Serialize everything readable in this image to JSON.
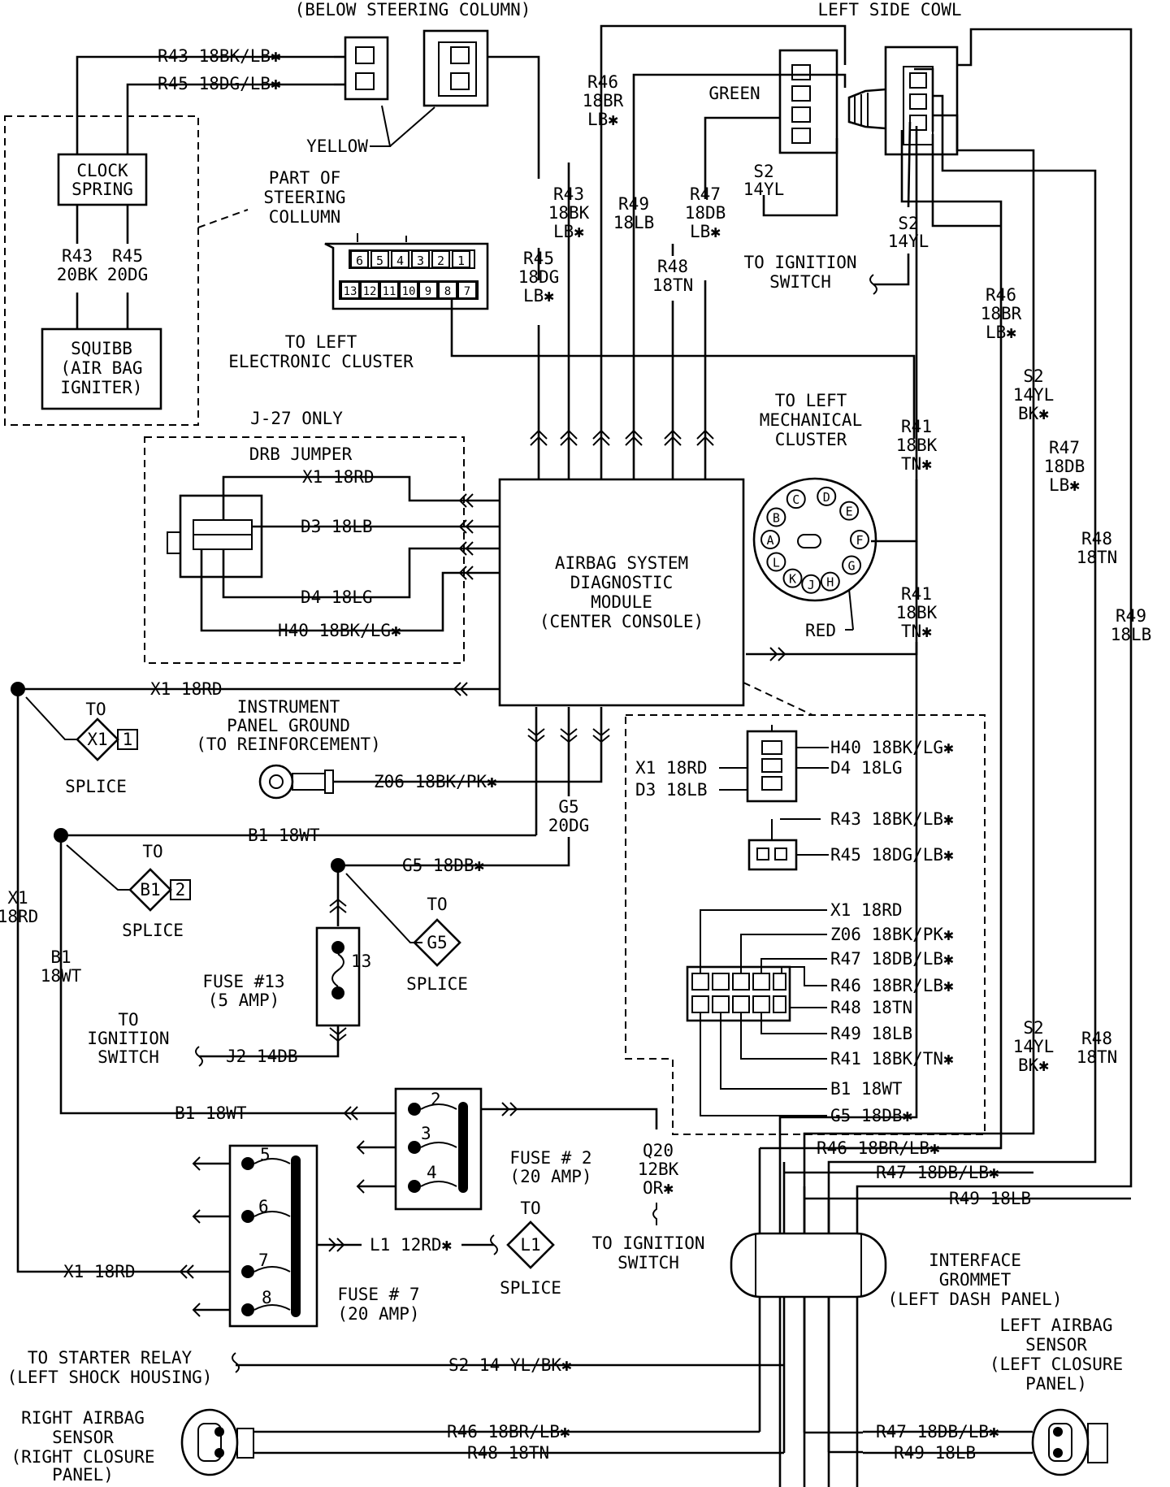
{
  "headers": {
    "below_steering_column": "(BELOW STEERING COLUMN)",
    "left_side_cowl": "LEFT SIDE COWL"
  },
  "connectors": {
    "yellow": "YELLOW",
    "green": "GREEN",
    "part_of_steering_column": [
      "PART OF",
      "STEERING",
      "COLLUMN"
    ],
    "to_left_electronic_cluster": [
      "TO LEFT",
      "ELECTRONIC CLUSTER"
    ],
    "to_left_mechanical_cluster": [
      "TO LEFT",
      "MECHANICAL",
      "CLUSTER"
    ],
    "red": "RED",
    "cluster_pins_top": [
      "6",
      "5",
      "4",
      "3",
      "2",
      "1"
    ],
    "cluster_pins_bottom": [
      "13",
      "12",
      "11",
      "10",
      "9",
      "8",
      "7"
    ],
    "mech_pins": [
      "A",
      "B",
      "C",
      "D",
      "E",
      "F",
      "G",
      "H",
      "J",
      "K",
      "L"
    ]
  },
  "components": {
    "clock_spring": [
      "CLOCK",
      "SPRING"
    ],
    "squibb": [
      "SQUIBB",
      "(AIR BAG",
      "IGNITER)"
    ],
    "j27_only": "J-27 ONLY",
    "drb_jumper": "DRB JUMPER",
    "module": [
      "AIRBAG SYSTEM",
      "DIAGNOSTIC",
      "MODULE",
      "(CENTER CONSOLE)"
    ],
    "instrument_ground": [
      "INSTRUMENT",
      "PANEL GROUND",
      "(TO REINFORCEMENT)"
    ],
    "fuse13": [
      "FUSE #13",
      "(5 AMP)"
    ],
    "fuse13_pin": "13",
    "fuse2": [
      "FUSE # 2",
      "(20 AMP)"
    ],
    "fuse2_pins": [
      "2",
      "3",
      "4"
    ],
    "fuse7": [
      "FUSE # 7",
      "(20 AMP)"
    ],
    "fuse7_pins": [
      "5",
      "6",
      "7",
      "8"
    ],
    "interface_grommet": [
      "INTERFACE",
      "GROMMET",
      "(LEFT DASH PANEL)"
    ],
    "left_airbag_sensor": [
      "LEFT AIRBAG",
      "SENSOR",
      "(LEFT CLOSURE",
      "PANEL)"
    ],
    "right_airbag_sensor": [
      "RIGHT AIRBAG",
      "SENSOR",
      "(RIGHT CLOSURE",
      "PANEL)"
    ],
    "to_ignition_switch": [
      "TO IGNITION",
      "SWITCH"
    ],
    "to_ignition_switch_2": [
      "TO",
      "IGNITION",
      "SWITCH"
    ],
    "to_starter_relay": [
      "TO STARTER RELAY",
      "(LEFT SHOCK HOUSING)"
    ]
  },
  "splices": {
    "to": "TO",
    "splice": "SPLICE",
    "x1": {
      "name": "X1",
      "pin": "1"
    },
    "b1": {
      "name": "B1",
      "pin": "2"
    },
    "g5": {
      "name": "G5"
    },
    "l1": {
      "name": "L1"
    }
  },
  "wires": {
    "r43_top": "R43 18BK/LB✱",
    "r45_top": "R45 18DG/LB✱",
    "r43_20": [
      "R43",
      "20BK"
    ],
    "r45_20": [
      "R45",
      "20DG"
    ],
    "r46_vert": [
      "R46",
      "18BR",
      "LB✱"
    ],
    "r43_vert": [
      "R43",
      "18BK",
      "LB✱"
    ],
    "r49_vert": [
      "R49",
      "18LB"
    ],
    "r47_vert": [
      "R47",
      "18DB",
      "LB✱"
    ],
    "r45_vert": [
      "R45",
      "18DG",
      "LB✱"
    ],
    "r48_vert": [
      "R48",
      "18TN"
    ],
    "s2_top": [
      "S2",
      "14YL"
    ],
    "s2_right": [
      "S2",
      "14YL"
    ],
    "r46_right": [
      "R46",
      "18BR",
      "LB✱"
    ],
    "s2_bk": [
      "S2",
      "14YL",
      "BK✱"
    ],
    "r47_right": [
      "R47",
      "18DB",
      "LB✱"
    ],
    "r41_upper": [
      "R41",
      "18BK",
      "TN✱"
    ],
    "r41_lower": [
      "R41",
      "18BK",
      "TN✱"
    ],
    "r48_right": [
      "R48",
      "18TN"
    ],
    "r49_right": [
      "R49",
      "18LB"
    ],
    "s2_bk_lower": [
      "S2",
      "14YL",
      "BK✱"
    ],
    "r48_lower": [
      "R48",
      "18TN"
    ],
    "drb_x1": "X1 18RD",
    "drb_d3": "D3 18LB",
    "drb_d4": "D4 18LG",
    "drb_h40": "H40 18BK/LG✱",
    "x1_main": "X1 18RD",
    "z06": "Z06 18BK/PK✱",
    "g5_vert": [
      "G5",
      "20DG"
    ],
    "b1_main": "B1 18WT",
    "g5_18db": "G5 18DB✱",
    "x1_left": [
      "X1",
      "18RD"
    ],
    "b1_left": [
      "B1",
      "18WT"
    ],
    "j2": "J2 14DB",
    "b1_fuse": "B1 18WT",
    "q20": [
      "Q20",
      "12BK",
      "OR✱"
    ],
    "l1": "L1 12RD✱",
    "x1_fuse": "X1 18RD",
    "s2_starter": "S2 14 YL/BK✱",
    "r46_bottom": "R46 18BR/LB✱",
    "r48_bottom": "R48 18TN",
    "r47_bottom": "R47 18DB/LB✱",
    "r49_bottom": "R49 18LB",
    "r46_grommet": "R46 18BR/LB✱",
    "r47_grommet": "R47 18DB/LB✱",
    "r49_grommet": "R49 18LB"
  },
  "legend": {
    "h40": "H40 18BK/LG✱",
    "d4": "D4 18LG",
    "x1": "X1 18RD",
    "d3": "D3 18LB",
    "r43": "R43 18BK/LB✱",
    "r45": "R45 18DG/LB✱",
    "big": [
      "X1 18RD",
      "Z06 18BK/PK✱",
      "R47 18DB/LB✱",
      "R46 18BR/LB✱",
      "R48 18TN",
      "R49 18LB",
      "R41 18BK/TN✱",
      "B1 18WT",
      "G5 18DB✱"
    ]
  }
}
